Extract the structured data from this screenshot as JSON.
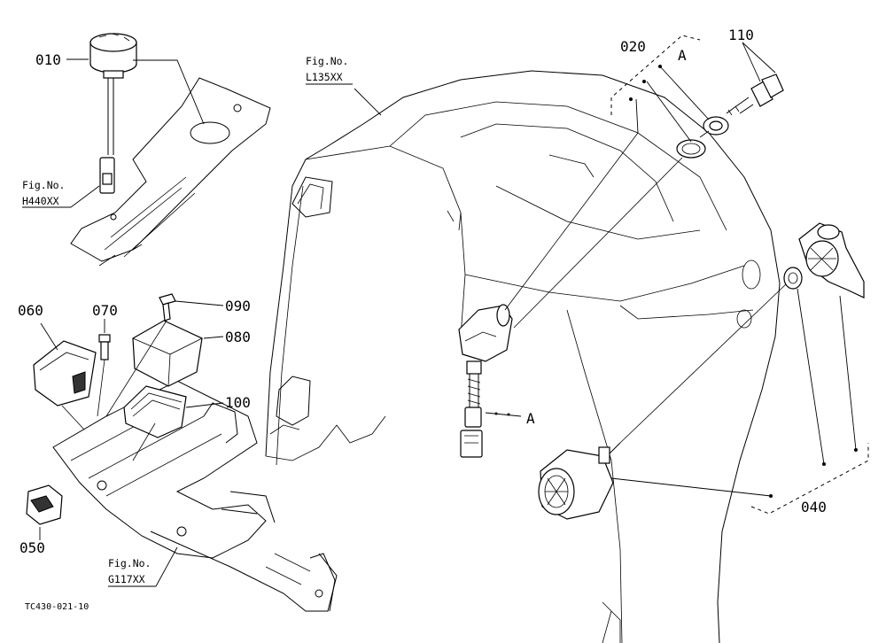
{
  "callouts": {
    "p010": "010",
    "p020": "020",
    "p040": "040",
    "p050": "050",
    "p060": "060",
    "p070": "070",
    "p080": "080",
    "p090": "090",
    "p100": "100",
    "p110": "110",
    "ref_a_top": "A",
    "ref_a_mid": "A"
  },
  "figure_refs": {
    "h440_label": "Fig.No.",
    "h440_value": "H440XX",
    "l135_label": "Fig.No.",
    "l135_value": "L135XX",
    "g117_label": "Fig.No.",
    "g117_value": "G117XX"
  },
  "drawing_code": "TC430-021-10"
}
